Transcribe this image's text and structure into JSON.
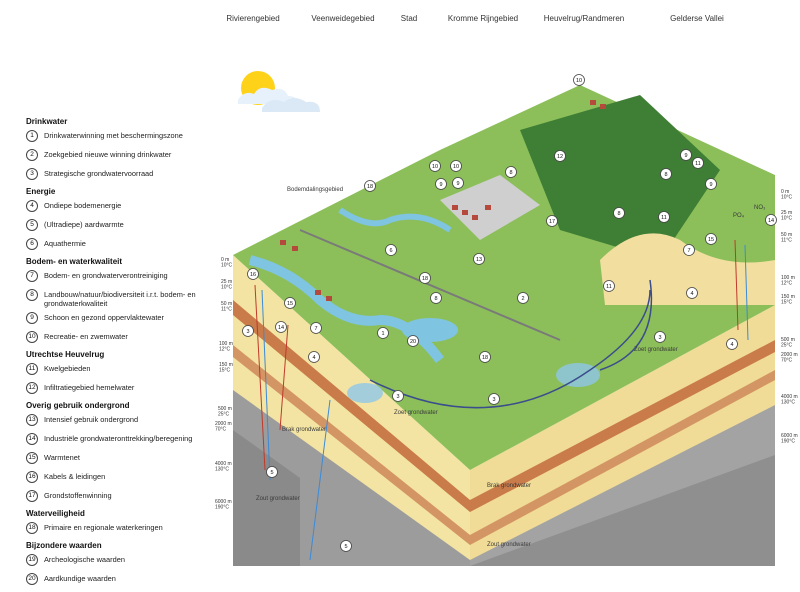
{
  "regions": [
    "Rivierengebied",
    "Veenweidegebied",
    "Stad",
    "Kromme Rijngebied",
    "Heuvelrug/Randmeren",
    "Gelderse Vallei"
  ],
  "legend": [
    {
      "title": "Drinkwater",
      "items": [
        {
          "n": "1",
          "label": "Drinkwaterwinning met beschermingszone"
        },
        {
          "n": "2",
          "label": "Zoekgebied nieuwe winning drinkwater"
        },
        {
          "n": "3",
          "label": "Strategische grondwatervoorraad"
        }
      ]
    },
    {
      "title": "Energie",
      "items": [
        {
          "n": "4",
          "label": "Ondiepe bodemenergie"
        },
        {
          "n": "5",
          "label": "(Ultradiepe) aardwarmte"
        },
        {
          "n": "6",
          "label": "Aquathermie"
        }
      ]
    },
    {
      "title": "Bodem- en waterkwaliteit",
      "items": [
        {
          "n": "7",
          "label": "Bodem- en grondwaterverontreiniging"
        },
        {
          "n": "8",
          "label": "Landbouw/natuur/biodiversiteit i.r.t. bodem- en grondwaterkwaliteit"
        },
        {
          "n": "9",
          "label": "Schoon en gezond oppervlaktewater"
        },
        {
          "n": "10",
          "label": "Recreatie- en zwemwater"
        }
      ]
    },
    {
      "title": "Utrechtse Heuvelrug",
      "items": [
        {
          "n": "11",
          "label": "Kwelgebieden"
        },
        {
          "n": "12",
          "label": "Infiltratiegebied hemelwater"
        }
      ]
    },
    {
      "title": "Overig gebruik ondergrond",
      "items": [
        {
          "n": "13",
          "label": "Intensief gebruik ondergrond"
        },
        {
          "n": "14",
          "label": "Industriële grondwateronttrekking/beregening"
        },
        {
          "n": "15",
          "label": "Warmtenet"
        },
        {
          "n": "16",
          "label": "Kabels & leidingen"
        },
        {
          "n": "17",
          "label": "Grondstoffenwinning"
        }
      ]
    },
    {
      "title": "Waterveiligheid",
      "items": [
        {
          "n": "18",
          "label": "Primaire en regionale waterkeringen"
        }
      ]
    },
    {
      "title": "Bijzondere waarden",
      "items": [
        {
          "n": "19",
          "label": "Archeologische waarden"
        },
        {
          "n": "20",
          "label": "Aardkundige waarden"
        }
      ]
    }
  ],
  "diagram": {
    "labels": {
      "bodemdaling": "Bodemdalingsgebied",
      "zoet_left": "Zoet grondwater",
      "zoet_right": "Zoet grondwater",
      "brak_left": "Brak grondwater",
      "brak_mid": "Brak grondwater",
      "zout_left": "Zout grondwater",
      "zout_mid": "Zout grondwater",
      "po4": "PO₄",
      "no3": "NO₃"
    },
    "depths_left": [
      "0 m\n10°C",
      "25 m\n10°C",
      "50 m\n11°C",
      "100 m\n12°C",
      "150 m\n15°C",
      "500 m\n25°C",
      "2000 m\n70°C",
      "4000 m\n130°C",
      "6000 m\n190°C"
    ],
    "depths_right": [
      "0 m\n10°C",
      "25 m\n10°C",
      "50 m\n11°C",
      "100 m\n12°C",
      "150 m\n15°C",
      "500 m\n25°C",
      "2000 m\n70°C",
      "4000 m\n130°C",
      "6000 m\n190°C"
    ],
    "colors": {
      "grass": "#8cbf5a",
      "forest": "#3f7f35",
      "water": "#7fc4e0",
      "sand": "#f3e4a3",
      "clay": "#c97b4a",
      "rock": "#9c9c9c",
      "sky_sun": "#ffd21a"
    }
  }
}
